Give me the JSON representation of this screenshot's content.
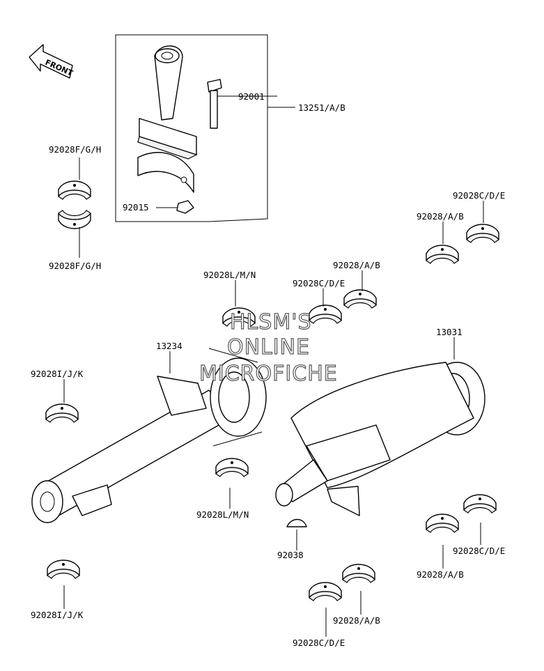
{
  "front_label": "FRONT",
  "watermark": [
    "HLSM'S",
    "ONLINE",
    "MICROFICHE"
  ],
  "labels": {
    "p92001": "92001",
    "p13251": "13251/A/B",
    "p92015": "92015",
    "p92028fgh_top": "92028F/G/H",
    "p92028fgh_bot": "92028F/G/H",
    "p92028cde_r1": "92028C/D/E",
    "p92028ab_r1": "92028/A/B",
    "p92028lmn_top": "92028L/M/N",
    "p92028ab_mid": "92028/A/B",
    "p92028cde_mid": "92028C/D/E",
    "p13031": "13031",
    "p13234": "13234",
    "p92028ijk_top": "92028I/J/K",
    "p92028lmn_bot": "92028L/M/N",
    "p92038": "92038",
    "p92028cde_br": "92028C/D/E",
    "p92028ab_br": "92028/A/B",
    "p92028ijk_bot": "92028I/J/K",
    "p92028ab_bot": "92028/A/B",
    "p92028cde_bot": "92028C/D/E"
  }
}
